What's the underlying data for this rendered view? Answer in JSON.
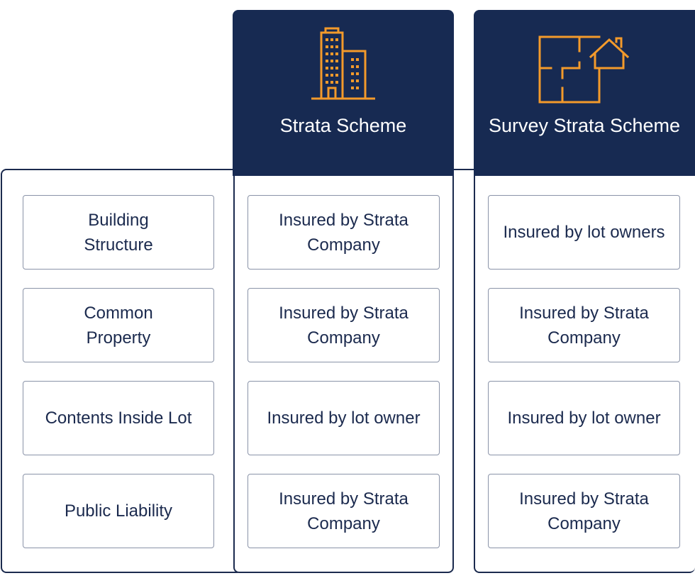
{
  "columns": {
    "strata": {
      "title": "Strata Scheme",
      "icon": "apartment-building-icon"
    },
    "survey": {
      "title": "Survey Strata Scheme",
      "icon": "house-floorplan-icon"
    }
  },
  "rows": [
    {
      "category": "Building Structure",
      "strata": "Insured by Strata Company",
      "survey": "Insured by lot owners"
    },
    {
      "category": "Common Property",
      "strata": "Insured by Strata Company",
      "survey": "Insured by Strata Company"
    },
    {
      "category": "Contents Inside Lot",
      "strata": "Insured by lot owner",
      "survey": "Insured by lot owner"
    },
    {
      "category": "Public Liability",
      "strata": "Insured by Strata Company",
      "survey": "Insured by Strata Company"
    }
  ],
  "colors": {
    "navy": "#172a52",
    "accent": "#f39a2b",
    "border": "#8a93a8"
  }
}
